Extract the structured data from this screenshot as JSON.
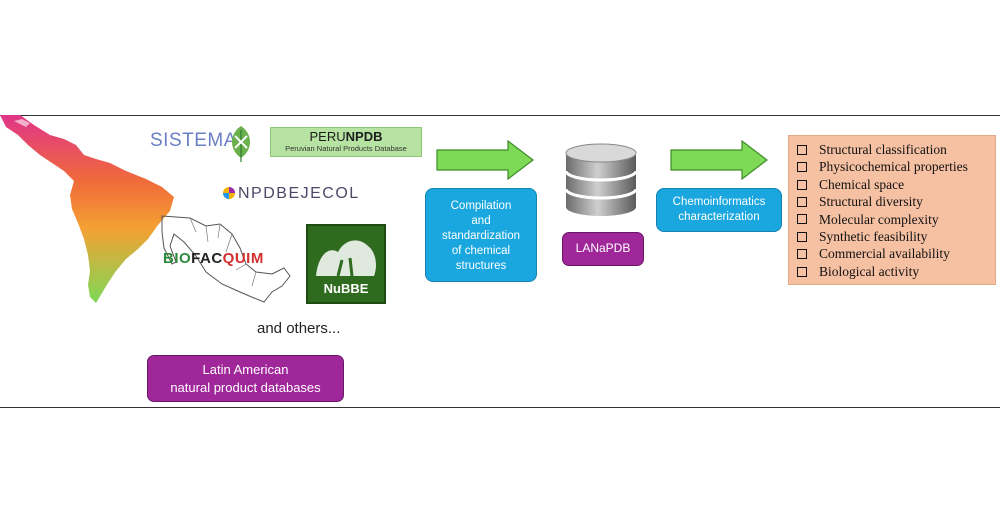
{
  "sources": {
    "sistemat_logo": "SISTEMAT",
    "perunpdb_prefix": "PERU",
    "perunpdb_suffix": "NPDB",
    "perunpdb_subtitle": "Peruvian Natural Products Database",
    "npdbejecol_logo": "NPDBEJECOL",
    "biofacquim_part1": "BIO",
    "biofacquim_part2": "FAC",
    "biofacquim_part3": "QUIM",
    "nubbe_logo": "NuBBE",
    "others_text": "and others..."
  },
  "latam_label": {
    "line1": "Latin American",
    "line2": "natural product databases"
  },
  "compilation_label": {
    "line1": "Compilation",
    "line2": "and",
    "line3": "standardization",
    "line4": "of chemical",
    "line5": "structures"
  },
  "database_label": "LANaPDB",
  "chemoinformatics_label": {
    "line1": "Chemoinformatics",
    "line2": "characterization"
  },
  "properties": [
    "Structural classification",
    "Physicochemical properties",
    "Chemical space",
    "Structural diversity",
    "Molecular complexity",
    "Synthetic feasibility",
    "Commercial availability",
    "Biological activity"
  ],
  "colors": {
    "purple_box": "#a0279a",
    "blue_box": "#1aa7df",
    "arrow_green": "#7ed957",
    "properties_bg": "#f6c0a3"
  }
}
